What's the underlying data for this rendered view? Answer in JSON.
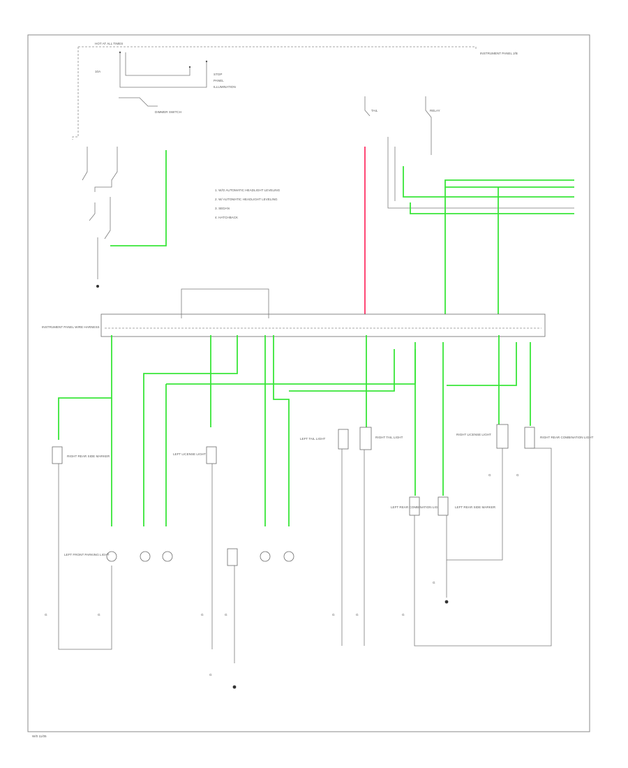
{
  "diagram": {
    "header_labels": [
      "HOT AT ALL TIMES",
      "INSTRUMENT PANEL J/B",
      "10A",
      "STOP",
      "PANEL",
      "ILLUMINATION",
      "DIMMER SWITCH",
      "TAIL",
      "RELAY"
    ],
    "legend": [
      "1. W/O AUTOMATIC HEADLIGHT LEVELING",
      "2. W/ AUTOMATIC HEADLIGHT LEVELING",
      "3. SEDAN",
      "4. HATCHBACK"
    ],
    "bus_label": "INSTRUMENT PANEL WIRE HARNESS",
    "components": [
      "RIGHT REAR SIDE MARKER",
      "LEFT LICENSE LIGHT",
      "LEFT TAIL LIGHT",
      "RIGHT TAIL LIGHT",
      "RIGHT LICENSE LIGHT",
      "RIGHT REAR COMBINATION LIGHT",
      "LEFT REAR COMBINATION LIGHT",
      "LEFT REAR SIDE MARKER",
      "LEFT FRONT PARKING LIGHT"
    ],
    "ground_labels": [
      "G",
      "G",
      "G",
      "G",
      "G",
      "G",
      "G",
      "G",
      "G",
      "G",
      "G"
    ],
    "bottom_left_code": "W/0 11/05",
    "colors": {
      "green_wire": "#39e639",
      "pink_wire": "#ff3366",
      "frame": "#8a8a8a"
    }
  }
}
